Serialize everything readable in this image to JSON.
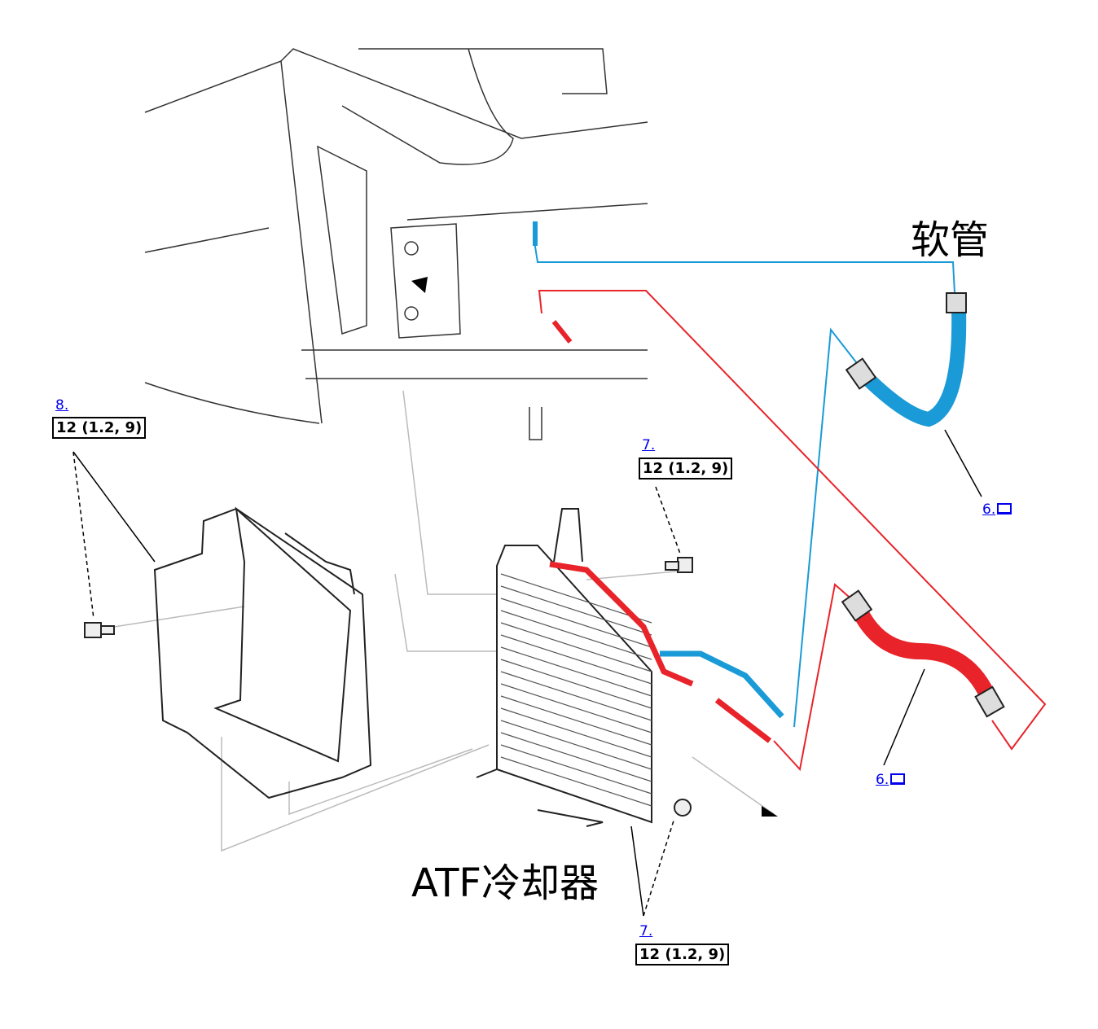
{
  "labels": {
    "hose": "软管",
    "atf_cooler": "ATF冷却器"
  },
  "callouts": [
    {
      "ref": "8.",
      "torque": "12 (1.2, 9)"
    },
    {
      "ref": "7.",
      "torque": "12 (1.2, 9)"
    },
    {
      "ref": "7.",
      "torque": "12 (1.2, 9)"
    },
    {
      "ref": "6.",
      "icon": "manual-book-icon"
    },
    {
      "ref": "6.",
      "icon": "manual-book-icon"
    }
  ],
  "colors": {
    "hose_blue": "#1a9ad6",
    "hose_red": "#e8232a",
    "line_gray": "#bbbbbb"
  }
}
